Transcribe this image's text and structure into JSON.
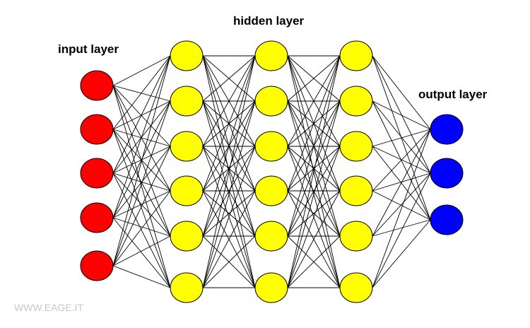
{
  "labels": {
    "input": "input layer",
    "hidden": "hidden layer",
    "output": "output layer"
  },
  "watermark": "WWW.EAGE.IT",
  "colors": {
    "input": "#ff0000",
    "hidden": "#ffff00",
    "output": "#0000ff",
    "edge": "#000000",
    "watermark": "#c8c8c8"
  },
  "layers": [
    {
      "role": "input",
      "neurons": 5
    },
    {
      "role": "hidden",
      "neurons": 6
    },
    {
      "role": "hidden",
      "neurons": 6
    },
    {
      "role": "hidden",
      "neurons": 6
    },
    {
      "role": "output",
      "neurons": 3
    }
  ]
}
